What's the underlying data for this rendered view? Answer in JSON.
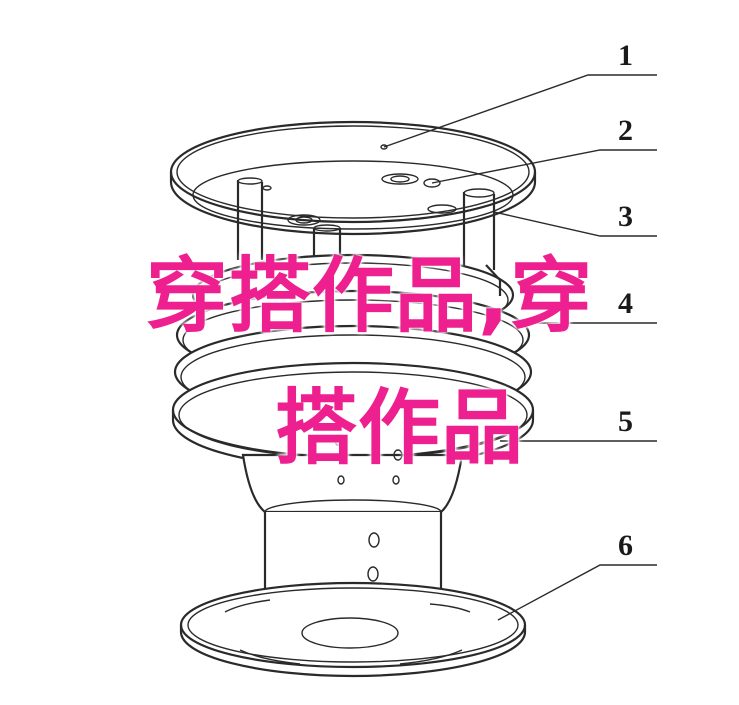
{
  "callouts": [
    {
      "label": "1"
    },
    {
      "label": "2"
    },
    {
      "label": "3"
    },
    {
      "label": "4"
    },
    {
      "label": "5"
    },
    {
      "label": "6"
    }
  ],
  "overlay": {
    "line1": "穿搭作品,穿",
    "line2": "搭作品",
    "color": "#ee1f8e"
  },
  "line_color": "#2a2a2a"
}
